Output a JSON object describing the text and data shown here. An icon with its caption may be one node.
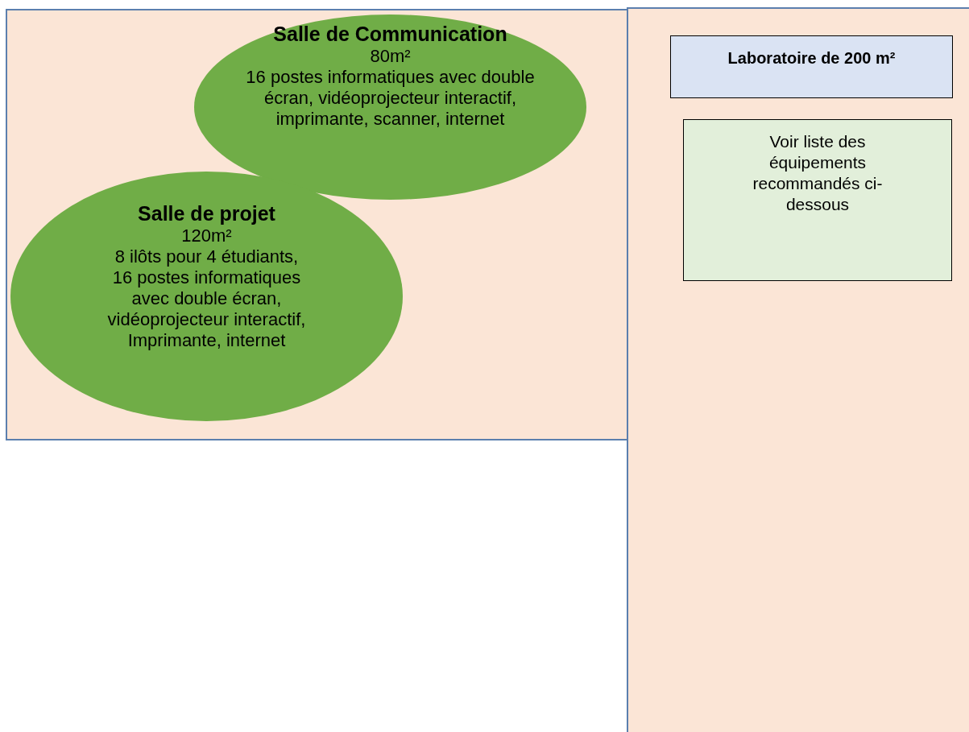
{
  "diagram": {
    "nodes": [
      {
        "text": [],
        "shape": "box"
      },
      {
        "text": [
          "Salle de Communication",
          "80m²",
          "16 postes informatiques avec double écran, vidéoprojecteur interactif, imprimante, scanner, internet"
        ],
        "in": 0
      },
      {
        "text": [
          "Salle de projet",
          "120m²",
          "8 ilôts pour 4 étudiants, 16 postes informatiques avec double écran, vidéoprojecteur interactif, Imprimante, internet"
        ],
        "in": 0
      },
      {
        "text": [],
        "shape": "box"
      },
      {
        "text": [
          "Laboratoire de 200 m²"
        ],
        "in": 3
      },
      {
        "text": [
          "Voir liste des équipements recommandés ci-dessous"
        ],
        "in": 3
      }
    ],
    "edges": []
  }
}
